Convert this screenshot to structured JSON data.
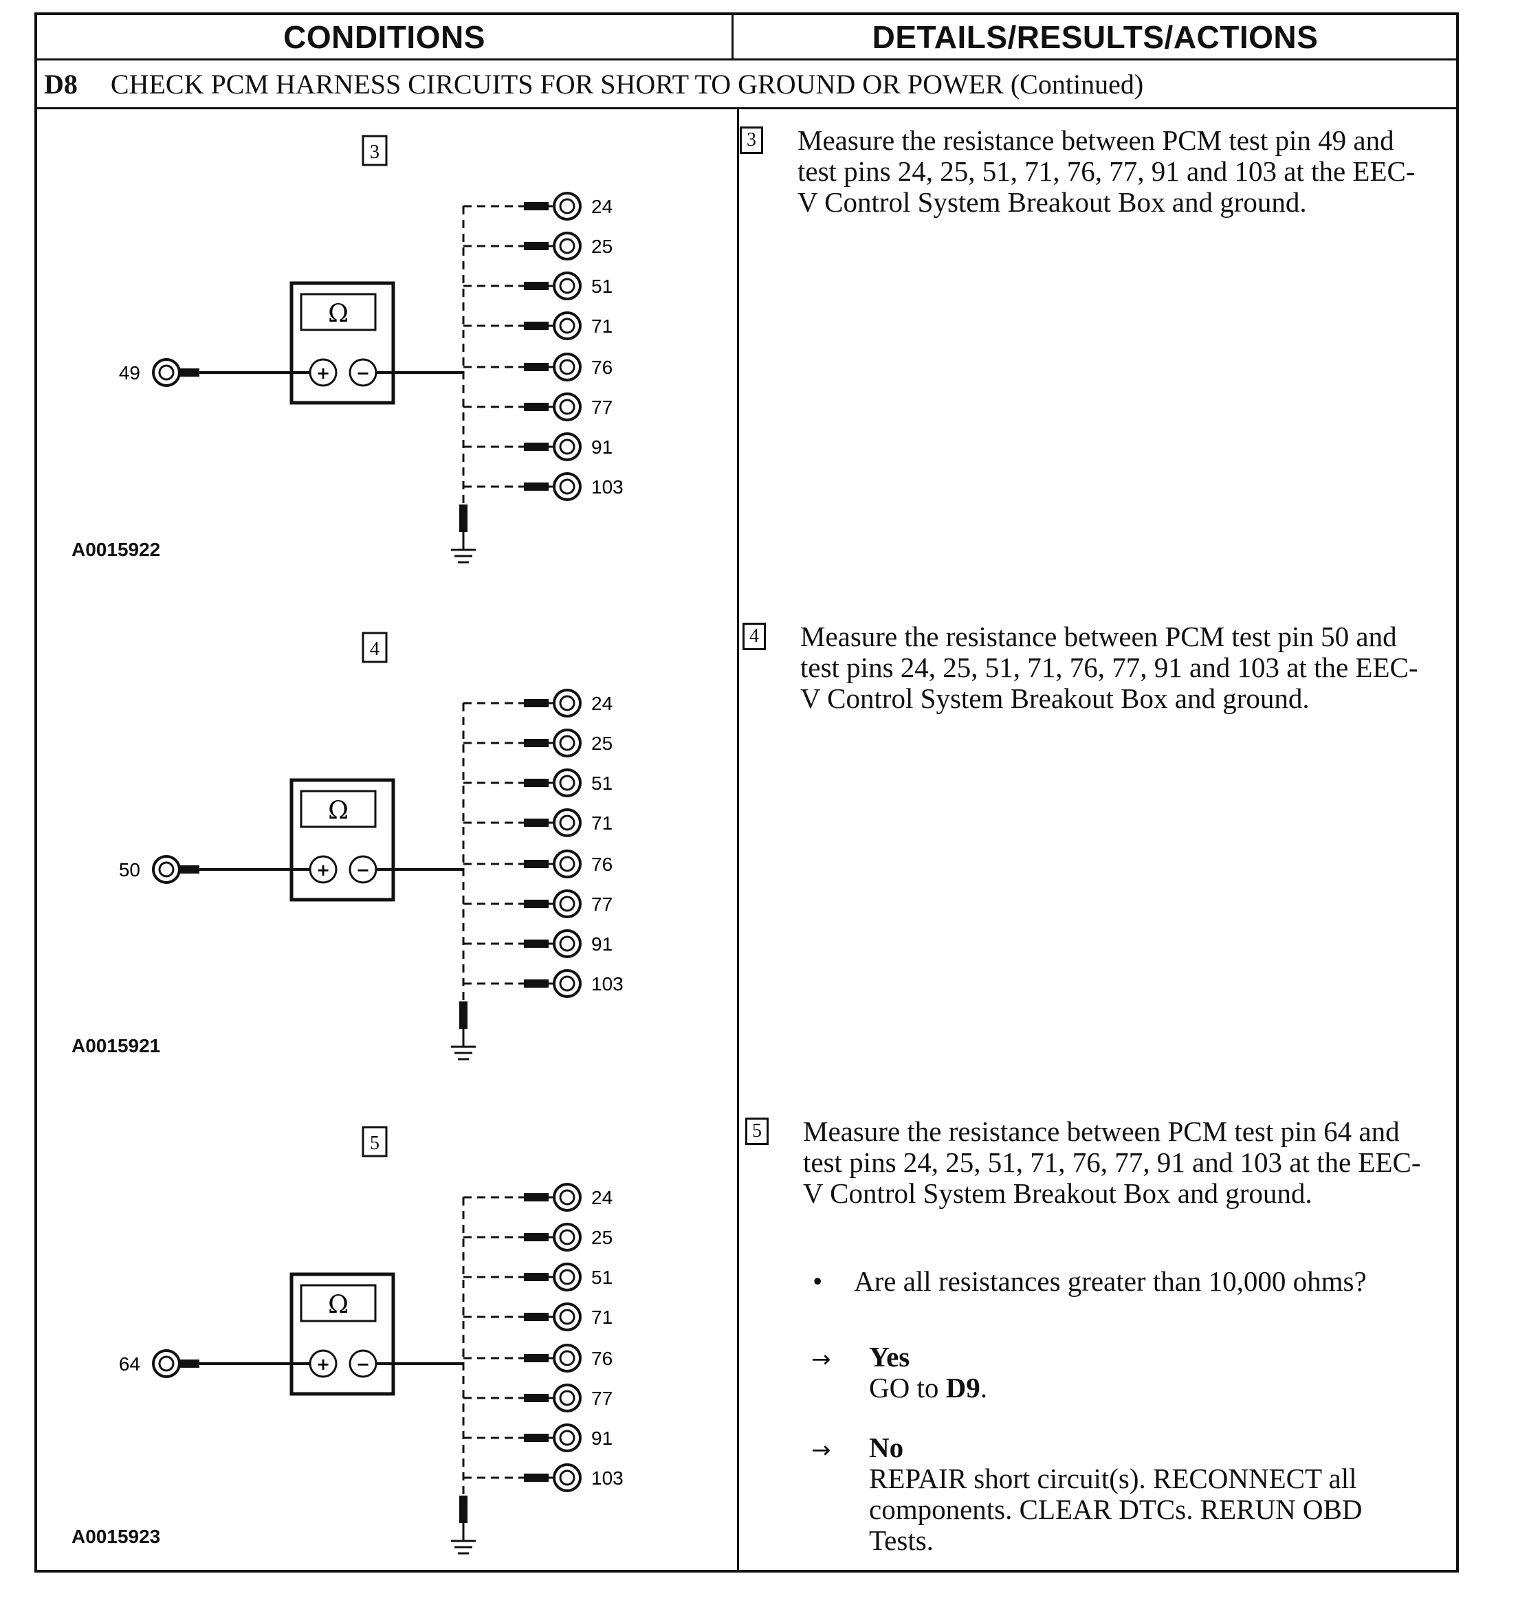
{
  "headers": {
    "conditions": "CONDITIONS",
    "details": "DETAILS/RESULTS/ACTIONS"
  },
  "step": {
    "id": "D8",
    "title": "CHECK PCM HARNESS CIRCUITS FOR SHORT TO GROUND OR POWER (Continued)"
  },
  "meter_symbol": "Ω",
  "meter_plus": "+",
  "meter_minus": "−",
  "substeps": [
    {
      "num": "3",
      "figure_id": "A0015922",
      "source_pin": "49",
      "pins": [
        "24",
        "25",
        "51",
        "71",
        "76",
        "77",
        "91",
        "103"
      ],
      "text": "Measure the resistance between PCM test pin 49 and test pins 24, 25, 51, 71, 76, 77, 91 and 103 at the EEC-V Control System Breakout Box and ground."
    },
    {
      "num": "4",
      "figure_id": "A0015921",
      "source_pin": "50",
      "pins": [
        "24",
        "25",
        "51",
        "71",
        "76",
        "77",
        "91",
        "103"
      ],
      "text": "Measure the resistance between PCM test pin 50 and test pins 24, 25, 51, 71, 76, 77, 91 and 103 at the EEC-V Control System Breakout Box and ground."
    },
    {
      "num": "5",
      "figure_id": "A0015923",
      "source_pin": "64",
      "pins": [
        "24",
        "25",
        "51",
        "71",
        "76",
        "77",
        "91",
        "103"
      ],
      "text": "Measure the resistance between PCM test pin 64 and test pins 24, 25, 51, 71, 76, 77, 91 and 103 at the EEC-V Control System Breakout Box and ground."
    }
  ],
  "question": "Are all resistances greater than 10,000 ohms?",
  "bullet": "•",
  "arrow": "→",
  "answers": {
    "yes": {
      "label": "Yes",
      "action_prefix": "GO to ",
      "action_target": "D9",
      "action_suffix": "."
    },
    "no": {
      "label": "No",
      "action": "REPAIR short circuit(s). RECONNECT all components. CLEAR DTCs. RERUN OBD Tests."
    }
  }
}
